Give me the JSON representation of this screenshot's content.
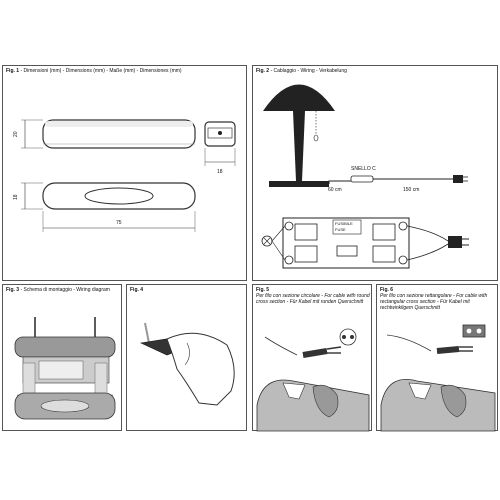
{
  "figures": {
    "fig1": {
      "num": "Fig. 1",
      "caption": " - Dimensioni (mm) - Dimensions (mm) - Maße (mm) - Dimensiones (mm)",
      "dim_height_top": "20",
      "dim_height_bottom": "18",
      "dim_width": "75",
      "dim_side": "18"
    },
    "fig2": {
      "num": "Fig. 2",
      "caption": " - Cablaggio - Wiring - Verkabelung",
      "product": "SNELLO C",
      "length_lamp": "60 cm",
      "length_plug": "150 cm",
      "fuse_label_it": "FUSIBILE",
      "fuse_label_en": "FUSE"
    },
    "fig3": {
      "num": "Fig. 3",
      "caption": " - Schema di montaggio - Wiring diagram"
    },
    "fig4": {
      "num": "Fig. 4"
    },
    "fig5": {
      "num": "Fig. 5",
      "caption": "Per filo con sezione circolare - For cable with round cross section - Für Kabel mit runden Querschnitt"
    },
    "fig6": {
      "num": "Fig. 6",
      "caption": "Per filo con sezione rettangolare - For cable with rectangular cross section - Für Kabel mit rechtwinkligem Querschnitt"
    }
  }
}
